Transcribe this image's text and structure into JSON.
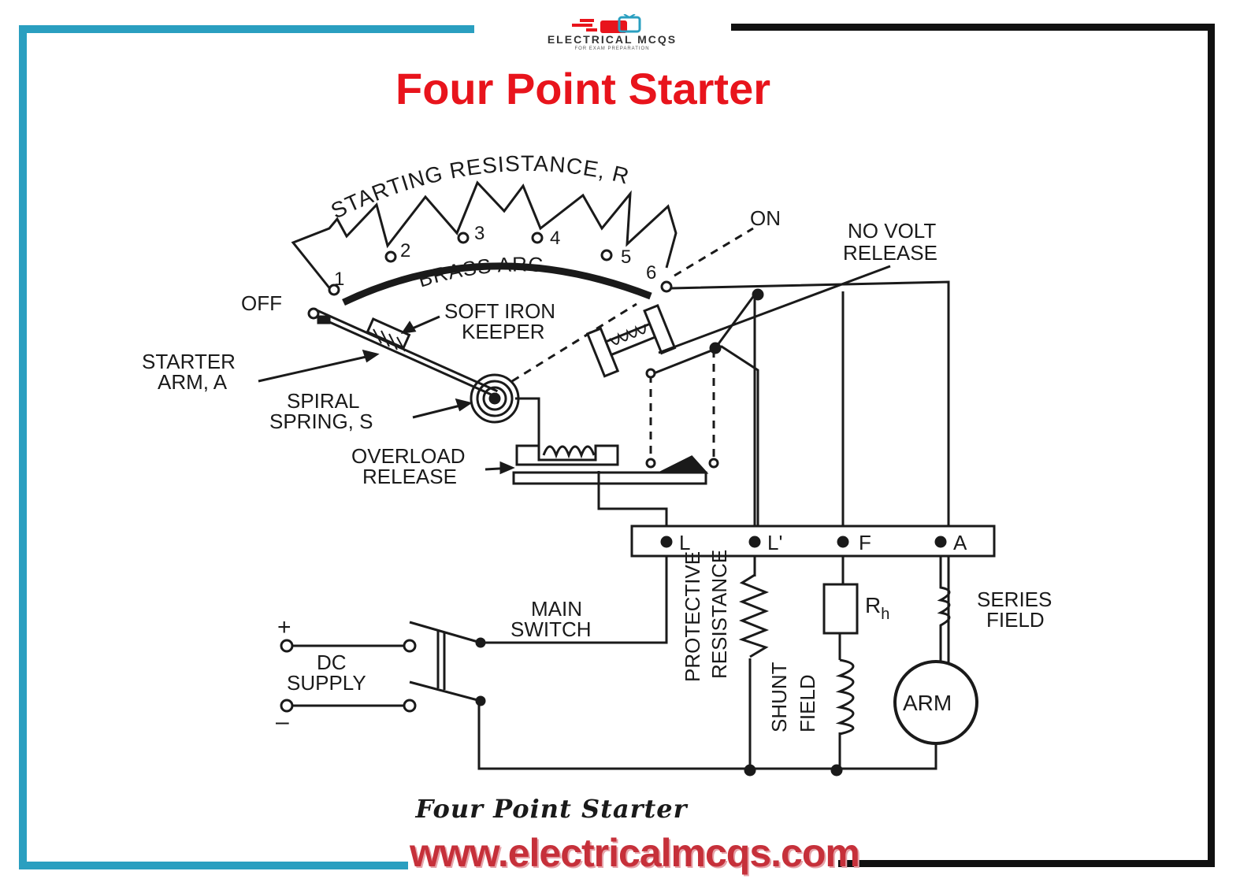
{
  "header": {
    "logo_text": "ELECTRICAL MCQS",
    "logo_subtext": "FOR EXAM PREPARATION",
    "title": "Four Point Starter"
  },
  "diagram": {
    "starting_resistance": "STARTING RESISTANCE, R",
    "brass_arc": "BRASS ARC",
    "contacts": [
      "1",
      "2",
      "3",
      "4",
      "5",
      "6"
    ],
    "on": "ON",
    "off": "OFF",
    "no_volt_release": [
      "NO VOLT",
      "RELEASE"
    ],
    "soft_iron_keeper": [
      "SOFT IRON",
      "KEEPER"
    ],
    "starter_arm": [
      "STARTER",
      "ARM, A"
    ],
    "spiral_spring": [
      "SPIRAL",
      "SPRING, S"
    ],
    "overload_release": [
      "OVERLOAD",
      "RELEASE"
    ],
    "terminals": [
      "L",
      "L'",
      "F",
      "A"
    ],
    "main_switch": [
      "MAIN",
      "SWITCH"
    ],
    "dc_supply": [
      "DC",
      "SUPPLY"
    ],
    "plus": "+",
    "minus": "–",
    "protective_resistance": [
      "PROTECTIVE",
      "RESISTANCE"
    ],
    "rh": "R",
    "rh_sub": "h",
    "series_field": [
      "SERIES",
      "FIELD"
    ],
    "shunt_field": [
      "SHUNT",
      "FIELD"
    ],
    "arm": "ARM"
  },
  "footer": {
    "caption": "Four Point Starter",
    "website": "www.electricalmcqs.com"
  },
  "colors": {
    "frame_left": "#2a9fc0",
    "frame_right": "#111111",
    "title": "#e8141c",
    "website": "#c6303a"
  }
}
